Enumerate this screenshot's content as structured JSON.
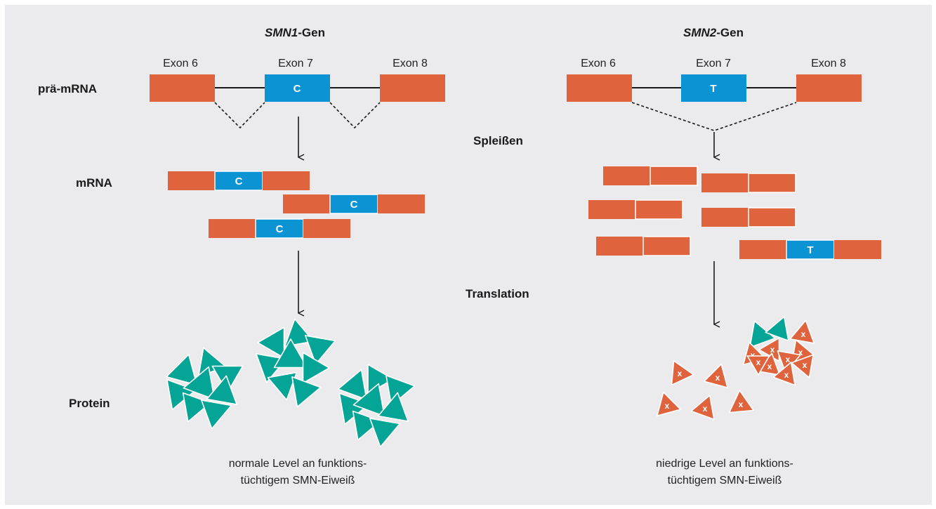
{
  "left": {
    "title_italic": "SMN1",
    "title_suffix": "-Gen",
    "exons": [
      "Exon 6",
      "Exon 7",
      "Exon 8"
    ],
    "base": "C",
    "caption": [
      "normale Level an funktions-",
      "tüchtigem SMN-Eiweiß"
    ]
  },
  "right": {
    "title_italic": "SMN2",
    "title_suffix": "-Gen",
    "exons": [
      "Exon 6",
      "Exon 7",
      "Exon 8"
    ],
    "base": "T",
    "defect_mark": "x",
    "caption": [
      "niedrige Level an funktions-",
      "tüchtigem SMN-Eiweiß"
    ]
  },
  "rows": {
    "pre_mrna": "prä-mRNA",
    "mrna": "mRNA",
    "protein": "Protein"
  },
  "steps": {
    "splicing": "Spleißen",
    "translation": "Translation"
  },
  "colors": {
    "exon_orange": "#df643e",
    "exon_blue": "#0c93d3",
    "protein_teal": "#04a596",
    "background": "#ebebed",
    "line": "#1a1a1a"
  }
}
